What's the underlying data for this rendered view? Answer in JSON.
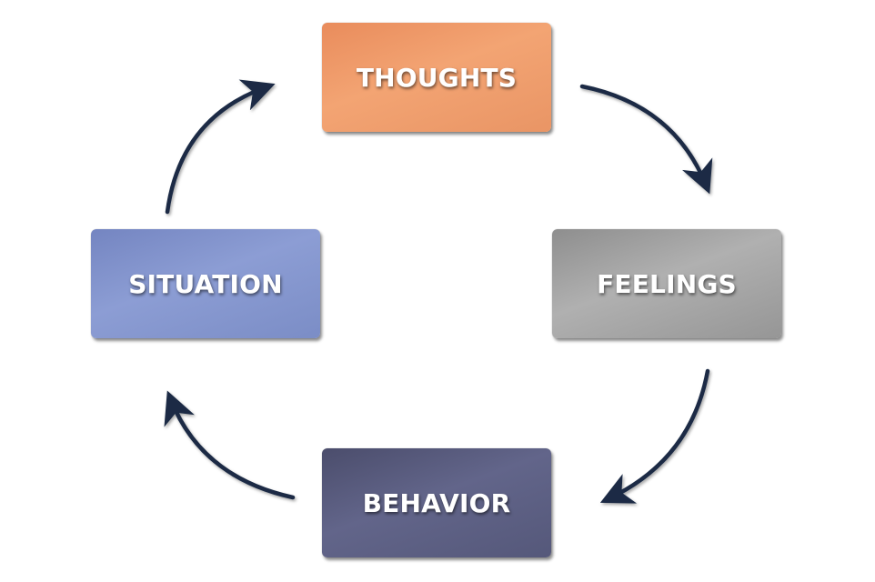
{
  "nodes": {
    "thoughts": "THOUGHTS",
    "feelings": "FEELINGS",
    "behavior": "BEHAVIOR",
    "situation": "SITUATION"
  },
  "colors": {
    "thoughts": "#ee9a69",
    "feelings": "#a3a3a3",
    "behavior": "#595c7e",
    "situation": "#8192cb",
    "arrow": "#1a2a44"
  },
  "flow": [
    "SITUATION",
    "THOUGHTS",
    "FEELINGS",
    "BEHAVIOR",
    "SITUATION"
  ]
}
